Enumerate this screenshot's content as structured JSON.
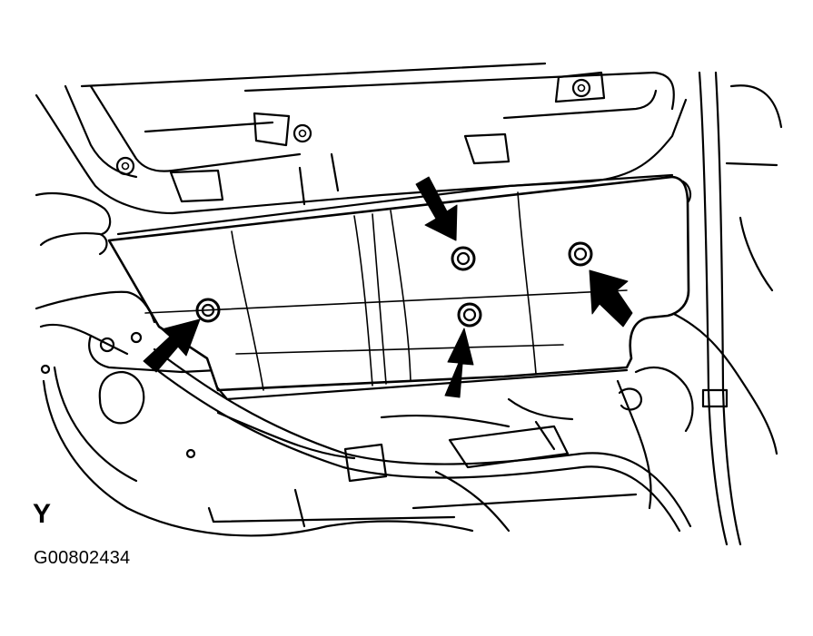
{
  "view_label": "Y",
  "figure_id": "G00802434",
  "fastener_count": 4,
  "icons": [
    "pointer-arrow-icon",
    "nut-icon",
    "bolt-icon"
  ]
}
